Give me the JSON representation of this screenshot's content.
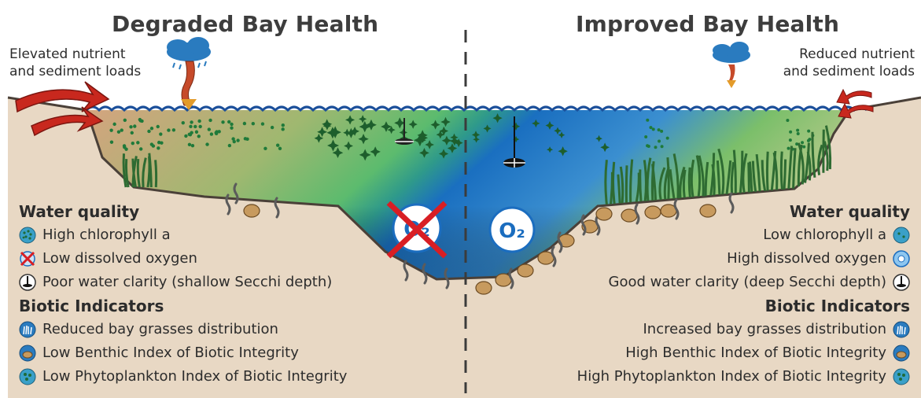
{
  "left": {
    "title": "Degraded Bay Health",
    "loads_line1": "Elevated nutrient",
    "loads_line2": "and sediment loads",
    "water_quality_heading": "Water quality",
    "water_quality": [
      {
        "text": "High chlorophyll a",
        "icon": "chlorophyll-icon"
      },
      {
        "text": "Low dissolved oxygen",
        "icon": "no-oxygen-icon"
      },
      {
        "text": "Poor water clarity (shallow Secchi depth)",
        "icon": "secchi-disk-icon"
      }
    ],
    "biotic_heading": "Biotic Indicators",
    "biotic": [
      {
        "text": "Reduced bay grasses distribution",
        "icon": "bay-grass-icon"
      },
      {
        "text": "Low Benthic Index of Biotic Integrity",
        "icon": "benthic-icon"
      },
      {
        "text": "Low Phytoplankton Index of Biotic Integrity",
        "icon": "phytoplankton-icon"
      }
    ],
    "oxygen_label": "O2"
  },
  "right": {
    "title": "Improved Bay Health",
    "loads_line1": "Reduced nutrient",
    "loads_line2": "and sediment loads",
    "water_quality_heading": "Water quality",
    "water_quality": [
      {
        "text": "Low chlorophyll a",
        "icon": "chlorophyll-icon"
      },
      {
        "text": "High dissolved oxygen",
        "icon": "oxygen-icon"
      },
      {
        "text": "Good water clarity (deep Secchi depth)",
        "icon": "secchi-disk-icon"
      }
    ],
    "biotic_heading": "Biotic Indicators",
    "biotic": [
      {
        "text": "Increased bay grasses distribution",
        "icon": "bay-grass-icon"
      },
      {
        "text": "High Benthic Index of Biotic Integrity",
        "icon": "benthic-icon"
      },
      {
        "text": "High Phytoplankton Index of Biotic Integrity",
        "icon": "phytoplankton-icon"
      }
    ],
    "oxygen_label": "O2"
  },
  "colors": {
    "sediment": "#e8d8c4",
    "degraded_water": "#c9a27a",
    "green_water": "#5fb870",
    "clear_water": "#1f73c9",
    "grass": "#3f7a3a",
    "arrow_red": "#c8281e",
    "cross_red": "#d81e24"
  }
}
